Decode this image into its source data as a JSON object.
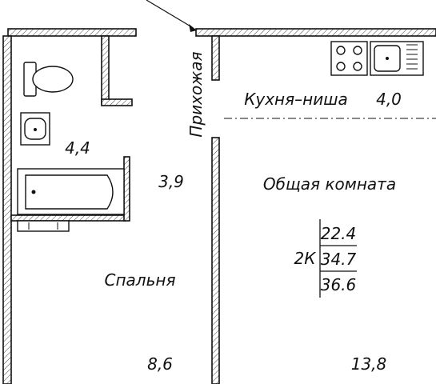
{
  "rooms": {
    "hallway": {
      "name": "Прихожая",
      "area": "3,9"
    },
    "bathroom": {
      "area": "4,4"
    },
    "kitchen": {
      "name": "Кухня–ниша",
      "area": "4,0"
    },
    "living": {
      "name": "Общая комната",
      "area": "13,8"
    },
    "bedroom": {
      "name": "Спальня",
      "area": "8,6"
    }
  },
  "summary": {
    "type": "2К",
    "living_area": "22.4",
    "net_area": "34.7",
    "total_area": "36.6"
  }
}
